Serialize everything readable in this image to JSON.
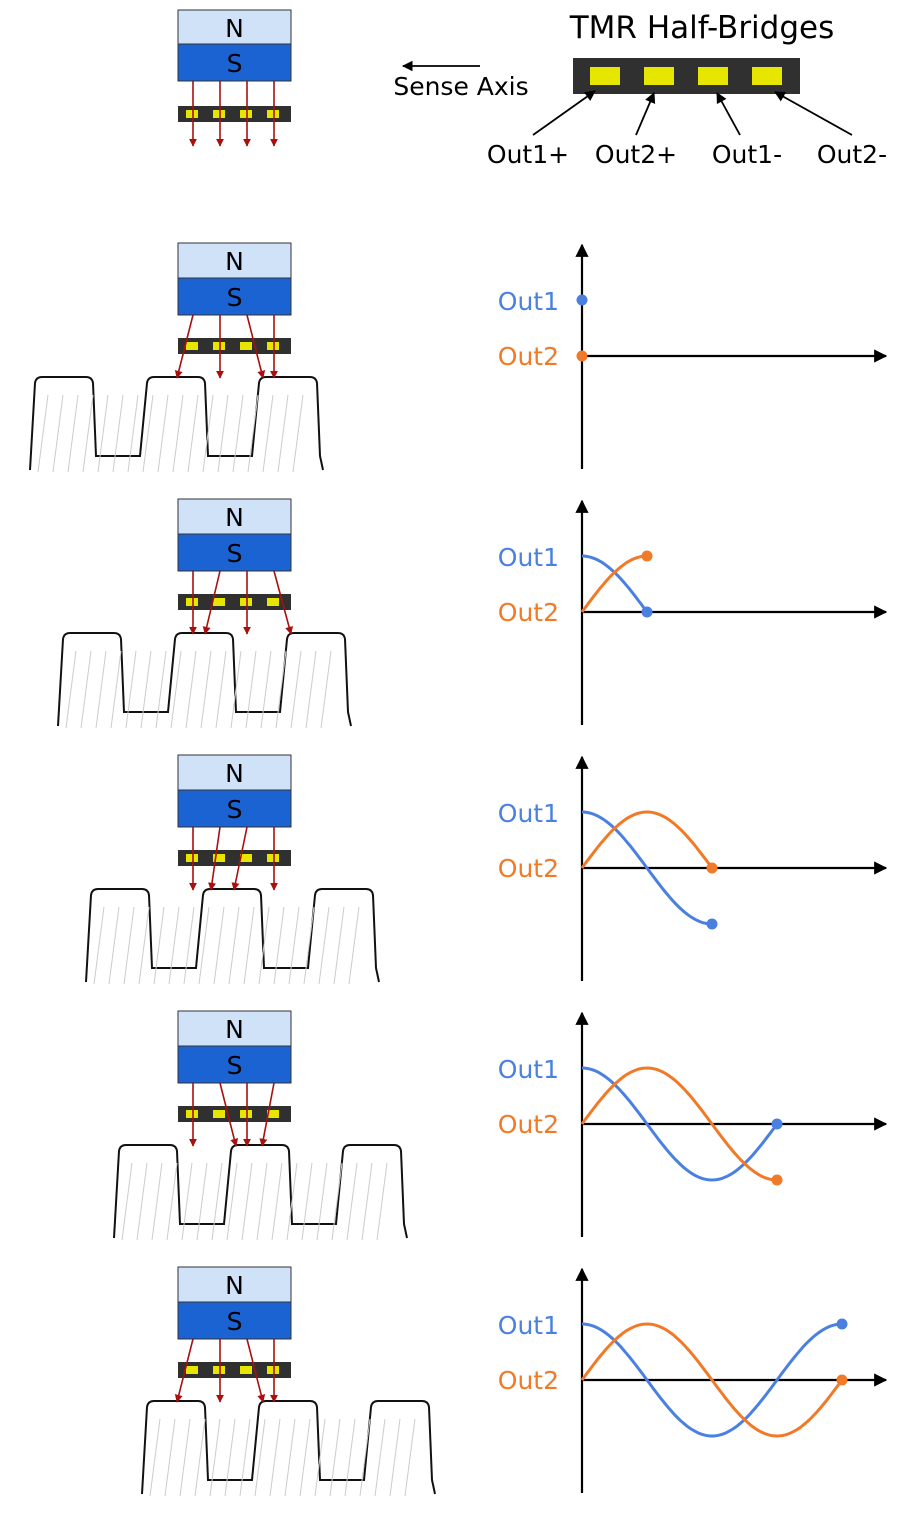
{
  "header": {
    "title": "TMR Half-Bridges",
    "sense_axis": "Sense Axis",
    "pins": [
      "Out1+",
      "Out2+",
      "Out1-",
      "Out2-"
    ]
  },
  "magnet": {
    "north": "N",
    "south": "S"
  },
  "signals": {
    "out1": "Out1",
    "out2": "Out2"
  },
  "colors": {
    "north_fill": "#cfe2f8",
    "south_fill": "#1b62d2",
    "chip_body": "#303030",
    "element_fill": "#e6e600",
    "flux_arrow": "#a81010",
    "out1": "#4a80e0",
    "out2": "#f07a28",
    "axis": "#000000"
  },
  "stages": [
    {
      "progress": 0.0
    },
    {
      "progress": 0.25
    },
    {
      "progress": 0.5
    },
    {
      "progress": 0.75
    },
    {
      "progress": 1.0
    }
  ]
}
